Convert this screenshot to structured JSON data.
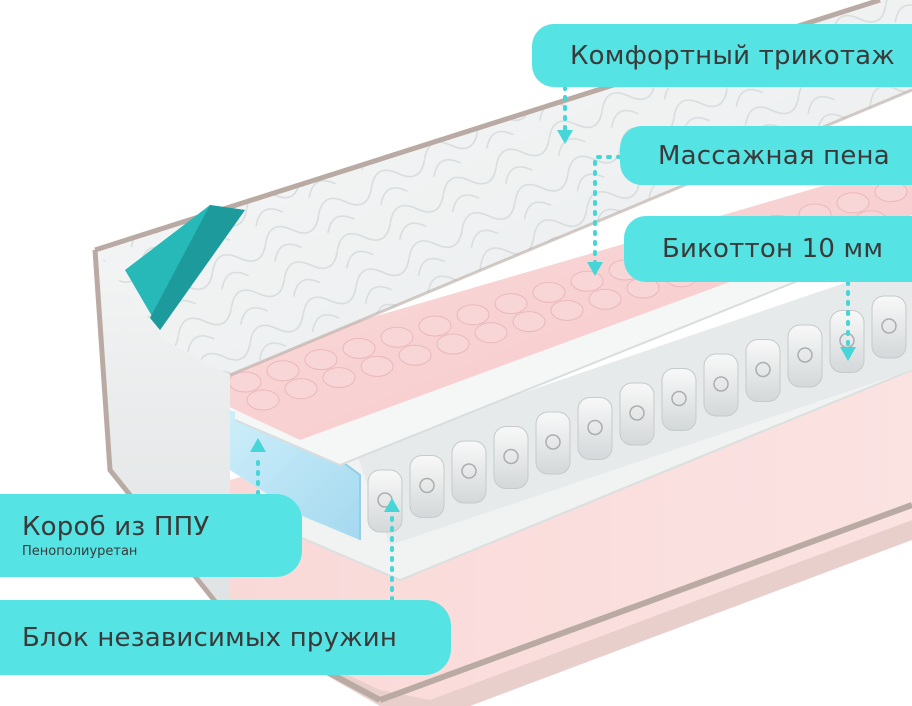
{
  "labels": {
    "knit": "Комфортный трикотаж",
    "massage_foam": "Массажная пена",
    "bicotton": "Бикоттон 10 мм",
    "ppu_box": "Короб из ППУ",
    "ppu_box_sub": "Пенополиуретан",
    "spring_block": "Блок независимых пружин"
  },
  "colors": {
    "label_bg": "#56e3e4",
    "label_text": "#3a3a3a",
    "pink_foam": "#f6cdcf",
    "pink_base": "#f9d6d5",
    "ppu_blue": "#b9e4f4",
    "accent_teal": "#27b8b8",
    "cover_white": "#f4f6f6",
    "piping": "#b9aaa3"
  }
}
